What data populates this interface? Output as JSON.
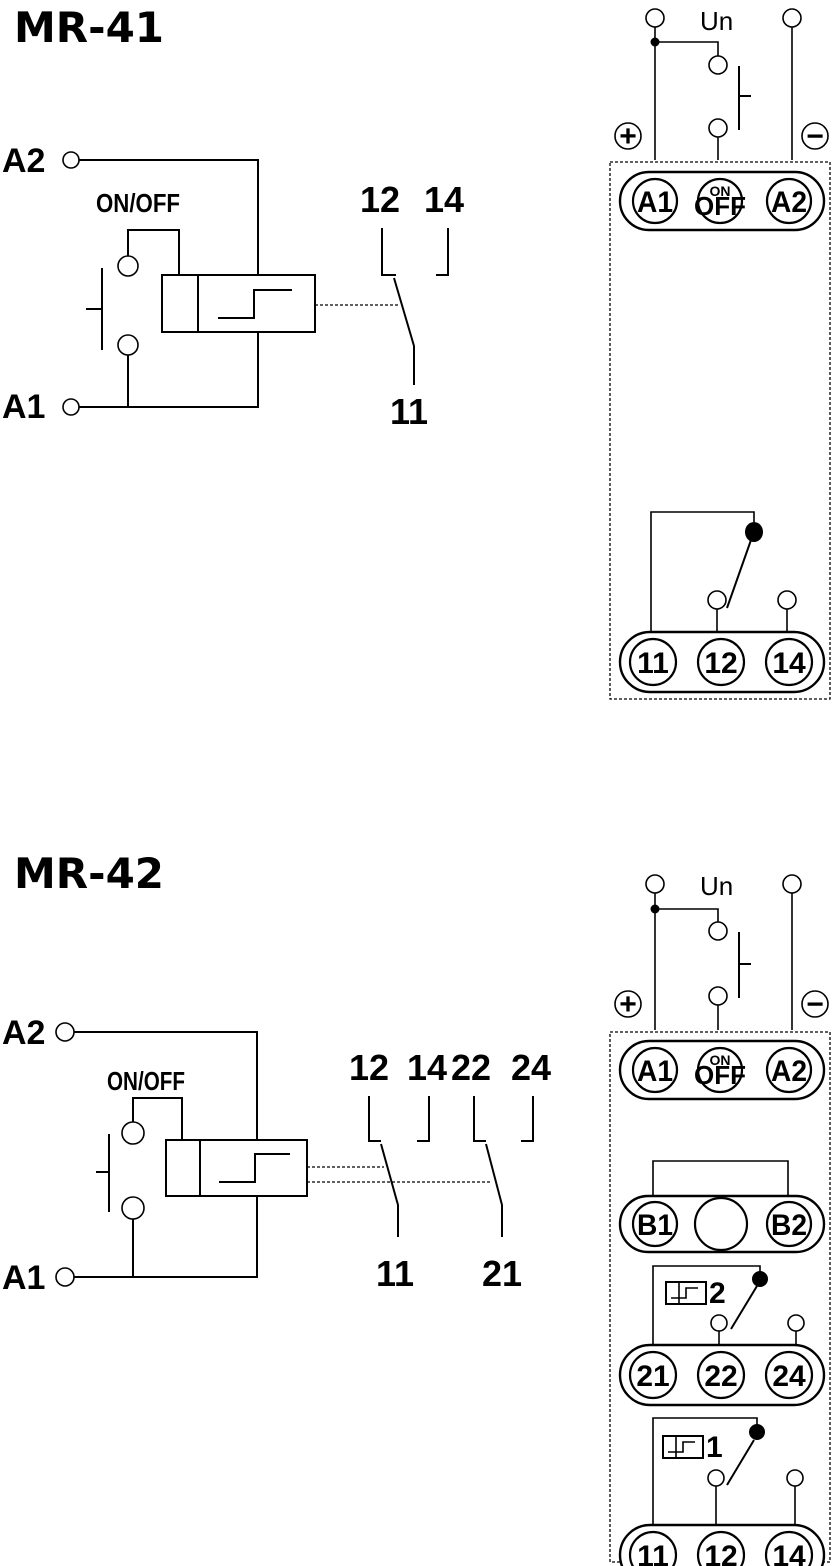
{
  "mr41": {
    "title": "MR-41",
    "terminal_a2": "A2",
    "terminal_a1": "A1",
    "on_off": "ON/OFF",
    "contact_12": "12",
    "contact_14": "14",
    "contact_11": "11",
    "panel": {
      "un": "Un",
      "plus": "+",
      "minus": "−",
      "top_terminals": [
        "A1",
        "ON",
        "OFF",
        "A2"
      ],
      "bottom_terminals": [
        "11",
        "12",
        "14"
      ]
    }
  },
  "mr42": {
    "title": "MR-42",
    "terminal_a2": "A2",
    "terminal_a1": "A1",
    "on_off": "ON/OFF",
    "contact_12": "12",
    "contact_14": "14",
    "contact_22": "22",
    "contact_24": "24",
    "contact_11": "11",
    "contact_21": "21",
    "panel": {
      "un": "Un",
      "plus": "+",
      "minus": "−",
      "top_terminals": [
        "A1",
        "ON",
        "OFF",
        "A2"
      ],
      "b_terminals": [
        "B1",
        "B2"
      ],
      "relay2_label": "2",
      "mid_terminals": [
        "21",
        "22",
        "24"
      ],
      "relay1_label": "1",
      "bottom_terminals": [
        "11",
        "12",
        "14"
      ]
    }
  }
}
